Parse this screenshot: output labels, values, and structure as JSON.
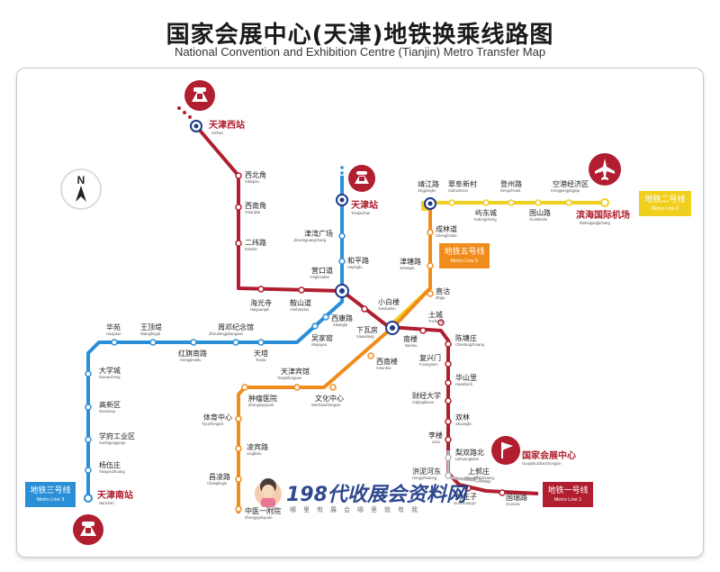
{
  "title": "国家会展中心(天津)地铁换乘线路图",
  "subtitle": "National Convention and Exhibition Centre (Tianjin) Metro Transfer Map",
  "compass": "N",
  "colors": {
    "line1": "#b01e2f",
    "line2": "#f0cf1e",
    "line3": "#2a8fd6",
    "line5": "#f08c1c",
    "gray": "#aaaaaa"
  },
  "lines": {
    "line1": {
      "zh": "地铁一号线",
      "en": "Metro Line 1"
    },
    "line2": {
      "zh": "地铁二号线",
      "en": "Metro Line 2"
    },
    "line3": {
      "zh": "地铁三号线",
      "en": "Metro Line 3"
    },
    "line5": {
      "zh": "地铁五号线",
      "en": "Metro Line 5"
    }
  },
  "hubs": {
    "xizhan": {
      "zh": "天津西站",
      "en": "Xizhan"
    },
    "tianjinzhan": {
      "zh": "天津站",
      "en": "Tianjinzhan"
    },
    "nanzhan": {
      "zh": "天津南站",
      "en": "Nanzhan"
    },
    "airport": {
      "zh": "滨海国际机场",
      "en": "Binhaiguojijichang"
    },
    "expo": {
      "zh": "国家会展中心",
      "en": "Guojiahuizhanzhongxin"
    }
  },
  "stations": {
    "xibeijiao": {
      "zh": "西北角",
      "en": "Xibeijiao"
    },
    "xinanjiao": {
      "zh": "西南角",
      "en": "Xinanjiao"
    },
    "erweilu": {
      "zh": "二纬路",
      "en": "Erweilu"
    },
    "haiguangsi": {
      "zh": "海光寺",
      "en": "Haiguangsi"
    },
    "anshandao": {
      "zh": "鞍山道",
      "en": "Anshandao"
    },
    "yingkoudao": {
      "zh": "营口道",
      "en": "Yingkoudao"
    },
    "xiaobailou": {
      "zh": "小白楼",
      "en": "Xiaobailou"
    },
    "xiawafang": {
      "zh": "下瓦房",
      "en": "Xiawafang"
    },
    "jinwan": {
      "zh": "津湾广场",
      "en": "Jinwanguangchang"
    },
    "hepinglu": {
      "zh": "和平路",
      "en": "Hepinglu"
    },
    "xikanglu": {
      "zh": "西康路",
      "en": "Xikanglu"
    },
    "wujiayao": {
      "zh": "吴家窑",
      "en": "Wujiayao"
    },
    "tianta": {
      "zh": "天塔",
      "en": "Tianta"
    },
    "zhoudeng": {
      "zh": "周邓纪念馆",
      "en": "Zhoudengjinianguan"
    },
    "hongqi": {
      "zh": "红旗南路",
      "en": "Hongqinanlu"
    },
    "wangdingdi": {
      "zh": "王顶堤",
      "en": "Wangdingdi"
    },
    "huayuan": {
      "zh": "华苑",
      "en": "Huayuan"
    },
    "daxuecheng": {
      "zh": "大学城",
      "en": "Daxuecheng"
    },
    "gaoxinqu": {
      "zh": "高新区",
      "en": "Gaoxinqu"
    },
    "xuefu": {
      "zh": "学府工业区",
      "en": "Xuefugongyequ"
    },
    "yangwuzhuang": {
      "zh": "杨伍庄",
      "en": "Yangwuzhuang"
    },
    "jingjianglu": {
      "zh": "靖江路",
      "en": "Jingjianglu"
    },
    "cuifu": {
      "zh": "翠阜新村",
      "en": "Cuifuxincun"
    },
    "yudong": {
      "zh": "屿东城",
      "en": "Yudongcheng"
    },
    "dengzhoulu": {
      "zh": "登州路",
      "en": "Dengzhoulu"
    },
    "guoshanlu": {
      "zh": "国山路",
      "en": "Guoshanlu"
    },
    "konggang": {
      "zh": "空港经济区",
      "en": "Konggangjingjiqu"
    },
    "chenglindao": {
      "zh": "成林道",
      "en": "Chenglindao"
    },
    "jintanglu": {
      "zh": "津塘路",
      "en": "Jintanglu"
    },
    "zhigu": {
      "zh": "直沽",
      "en": "Zhigu"
    },
    "xinanlou": {
      "zh": "西南楼",
      "en": "Xinanlou"
    },
    "wenhua": {
      "zh": "文化中心",
      "en": "Wenhuazhongxin"
    },
    "tianjinbinguan": {
      "zh": "天津宾馆",
      "en": "Tianjinbinguan"
    },
    "zhongliu": {
      "zh": "肿瘤医院",
      "en": "Zhongliuyiyuan"
    },
    "tiyu": {
      "zh": "体育中心",
      "en": "Tiyuzhongxin"
    },
    "lingbin": {
      "zh": "凌宾路",
      "en": "Lingbinlu"
    },
    "changling": {
      "zh": "昌凌路",
      "en": "Changlinglu"
    },
    "zhongyi": {
      "zh": "中医一附院",
      "en": "Zhongyiyifuyuan"
    },
    "nanlou": {
      "zh": "南楼",
      "en": "Nanlou"
    },
    "tucheng": {
      "zh": "土城",
      "en": "Tucheng"
    },
    "chentang": {
      "zh": "陈塘庄",
      "en": "Chentangzhuang"
    },
    "fuxingmen": {
      "zh": "复兴门",
      "en": "Fuxingmen"
    },
    "huashanli": {
      "zh": "华山里",
      "en": "Huashanli"
    },
    "caijing": {
      "zh": "财经大学",
      "en": "Caijingdaxue"
    },
    "shuanglin": {
      "zh": "双林",
      "en": "Shuanglin"
    },
    "liulou": {
      "zh": "李楼",
      "en": "Lilou"
    },
    "lishuang": {
      "zh": "梨双路北",
      "en": "Lishuanglubei"
    },
    "hongnihe": {
      "zh": "洪泥河东",
      "en": "Hongnihedong"
    },
    "shangzhuang": {
      "zh": "上郭庄",
      "en": "Shangguozhuang"
    },
    "xiaozhuang": {
      "zh": "郭庄子",
      "en": "Guozhuangzi"
    },
    "guoruilu": {
      "zh": "国瑞路",
      "en": "Guoruilu"
    }
  },
  "watermark": {
    "main": "198代收展会资料网",
    "sub": "哪里有展会哪里就有我"
  }
}
